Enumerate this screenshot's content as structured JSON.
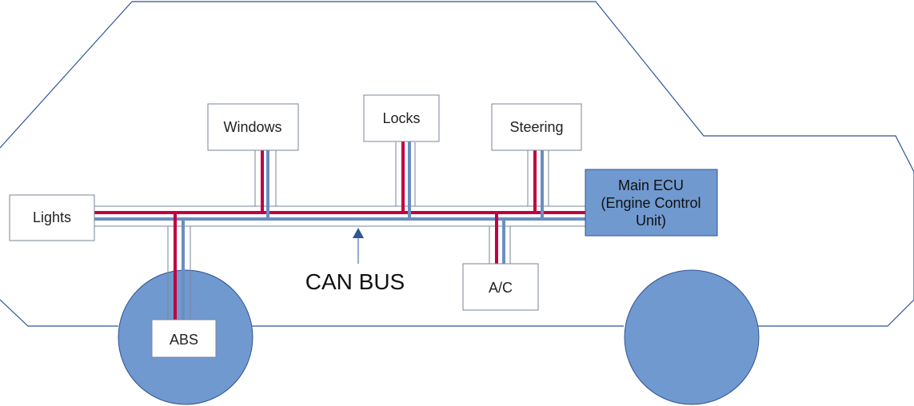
{
  "diagram": {
    "bus_label": "CAN BUS",
    "nodes": {
      "lights": "Lights",
      "windows": "Windows",
      "locks": "Locks",
      "steering": "Steering",
      "abs": "ABS",
      "ac": "A/C",
      "ecu_line1": "Main ECU",
      "ecu_line2": "(Engine Control",
      "ecu_line3": "Unit)"
    },
    "colors": {
      "car_outline": "#2f5597",
      "wheel_fill": "#7099cf",
      "wheel_stroke": "#2f5597",
      "can_high_wire": "#c00040",
      "can_low_wire": "#6a8fbf",
      "ecu_fill": "#7099cf",
      "node_border": "#7a8699",
      "arrow": "#2f5597",
      "text": "#222222"
    }
  }
}
